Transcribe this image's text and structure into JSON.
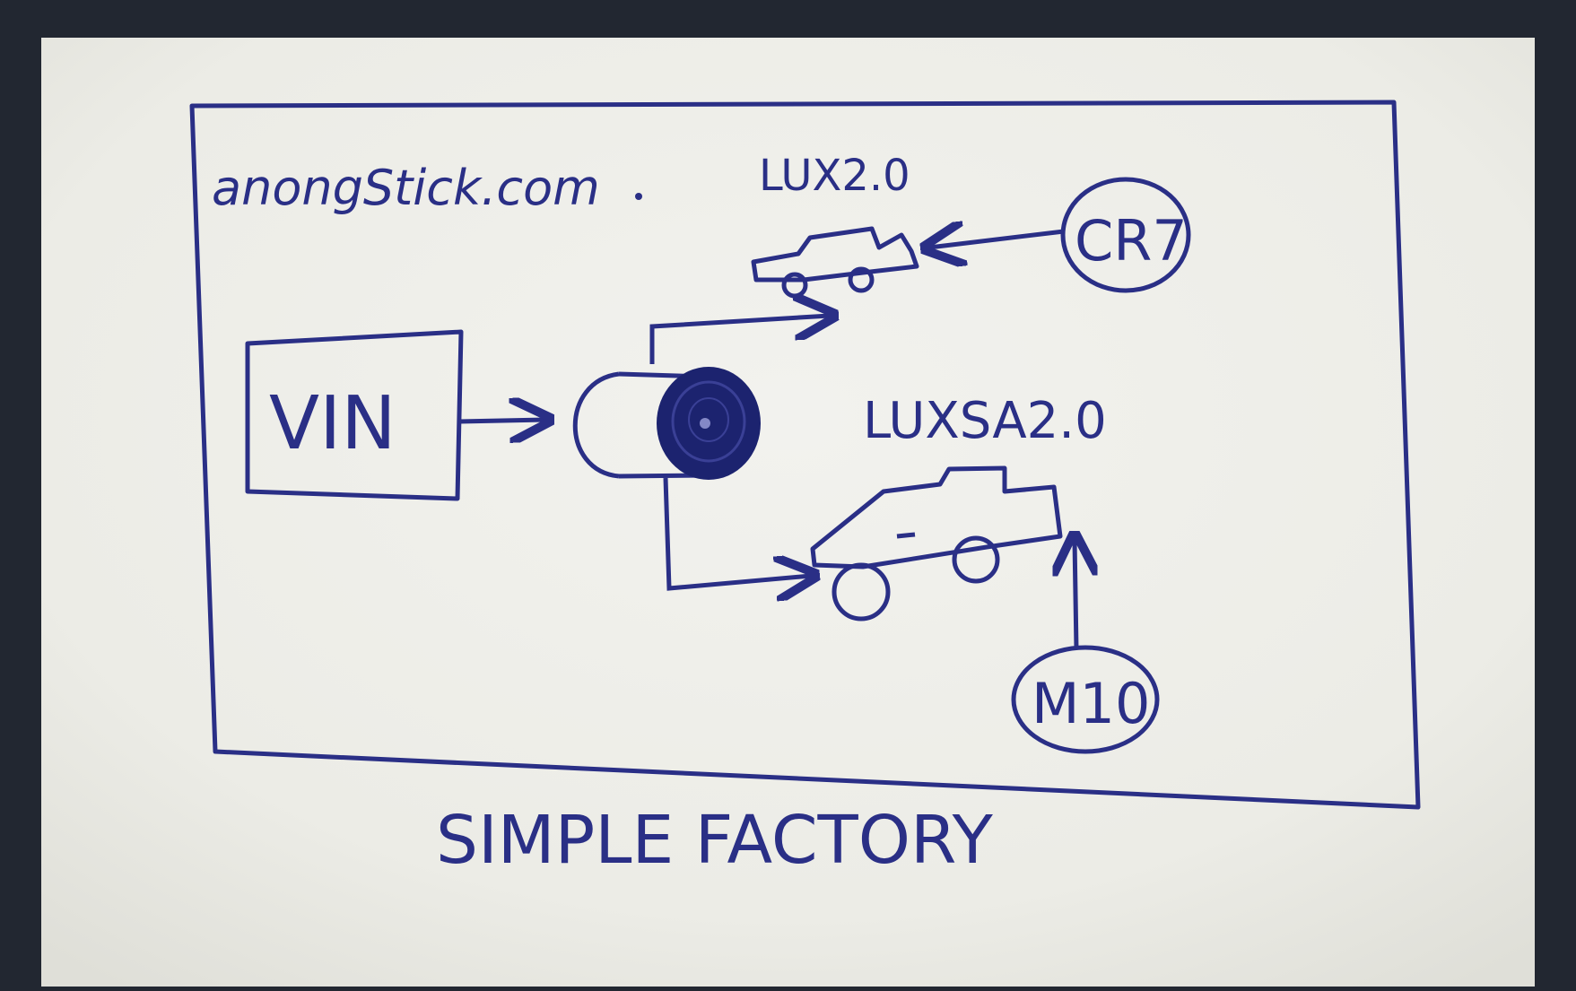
{
  "colors": {
    "background": "#222731",
    "paper": "#efefea",
    "ink": "#2a2f86"
  },
  "diagram": {
    "top_left_text": "anongStick.com",
    "input_box_label": "VIN",
    "product_top_label": "LUX2.0",
    "product_top_circle_label": "CR7",
    "product_bottom_label": "LUXSA2.0",
    "product_bottom_circle_label": "M10",
    "caption": "SIMPLE FACTORY"
  }
}
